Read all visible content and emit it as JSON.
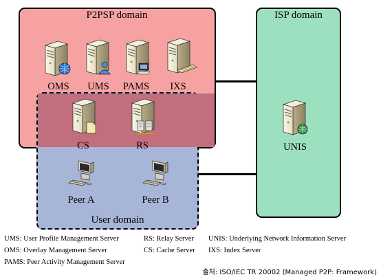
{
  "domains": {
    "p2psp": "P2PSP domain",
    "isp": "ISP domain",
    "user": "User domain"
  },
  "nodes": {
    "oms": "OMS",
    "ums": "UMS",
    "pams": "PAMS",
    "ixs": "IXS",
    "cs": "CS",
    "rs": "RS",
    "unis": "UNIS",
    "peer_a": "Peer A",
    "peer_b": "Peer B"
  },
  "icons": {
    "oms": "server-globe-icon",
    "ums": "server-user-icon",
    "pams": "server-monitor-icon",
    "ixs": "server-keyboard-icon",
    "cs": "server-document-icon",
    "rs": "server-relay-icon",
    "unis": "server-globe-icon",
    "peer": "desktop-computer-icon"
  },
  "legend": {
    "ums": "UMS: User Profile Management Server",
    "oms": "OMS: Overlay Management Server",
    "pams": "PAMS: Peer Activity Management Server",
    "rs": "RS: Relay Server",
    "cs": "CS: Cache Server",
    "unis": "UNIS: Underlying Network Information Server",
    "ixs": "IXS: Index Server"
  },
  "source": "출처: ISO/IEC TR 20002 (Managed P2P: Framework)",
  "colors": {
    "p2psp_domain": "#f7a2a2",
    "isp_domain": "#9de0c0",
    "user_domain": "#a7b6d8",
    "overlap": "#c26e7c"
  }
}
